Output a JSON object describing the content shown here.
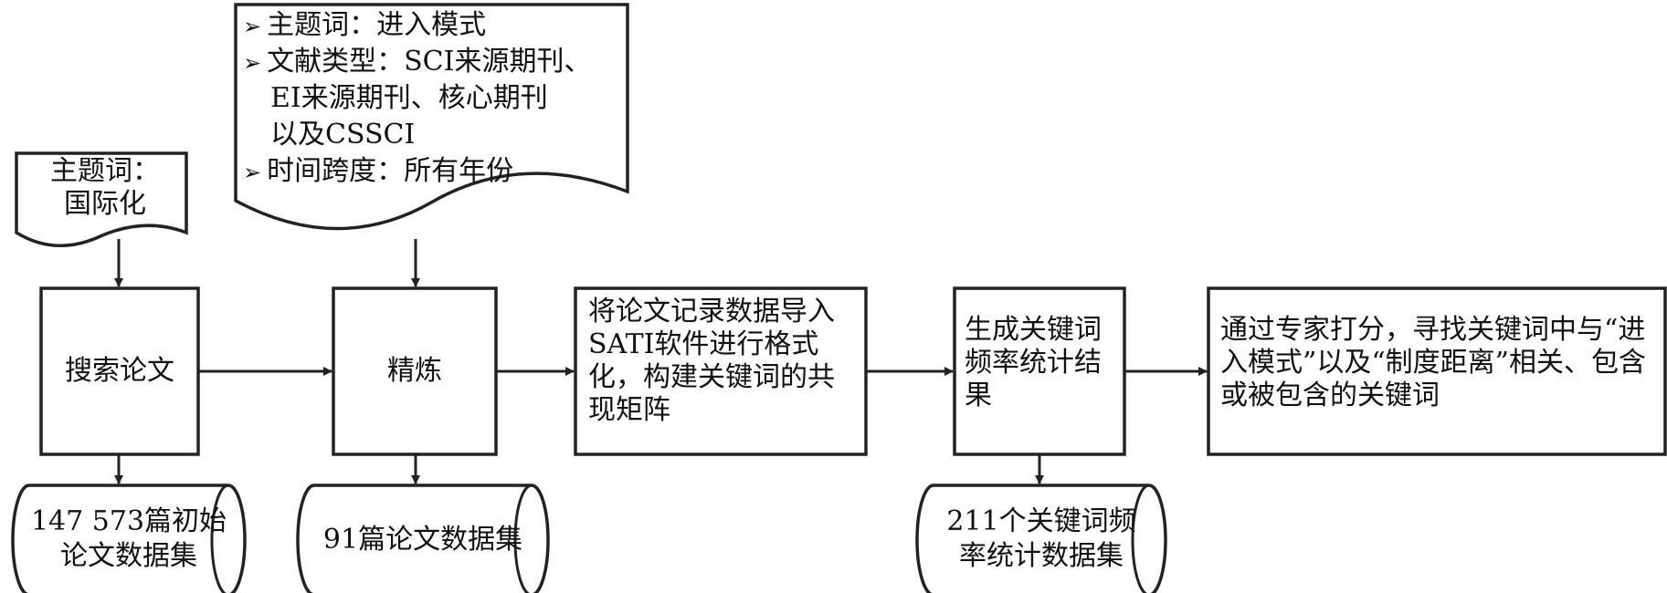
{
  "doc_top": {
    "items": [
      {
        "marker": "➢",
        "text": "主题词：进入模式"
      },
      {
        "marker": "➢",
        "text": "文献类型：SCI来源期刊、"
      },
      {
        "marker": "",
        "text": "EI来源期刊、核心期刊"
      },
      {
        "marker": "",
        "text": "以及CSSCI"
      },
      {
        "marker": "➢",
        "text": "时间跨度：所有年份"
      }
    ]
  },
  "doc_small": {
    "line1": "主题词：",
    "line2": "国际化"
  },
  "process": {
    "search": "搜索论文",
    "refine": "精炼",
    "import": "将论文记录数据导入SATI软件进行格式化，构建关键词的共现矩阵",
    "generate": "生成关键词频率统计结果",
    "expert": "通过专家打分，寻找关键词中与“进入模式”以及“制度距离”相关、包含或被包含的关键词"
  },
  "datastores": {
    "initial": {
      "line1": "147 573篇初始",
      "line2": "论文数据集"
    },
    "refined": {
      "line1": "91篇论文数据集"
    },
    "keywords": {
      "line1": "211个关键词频",
      "line2": "率统计数据集"
    }
  }
}
